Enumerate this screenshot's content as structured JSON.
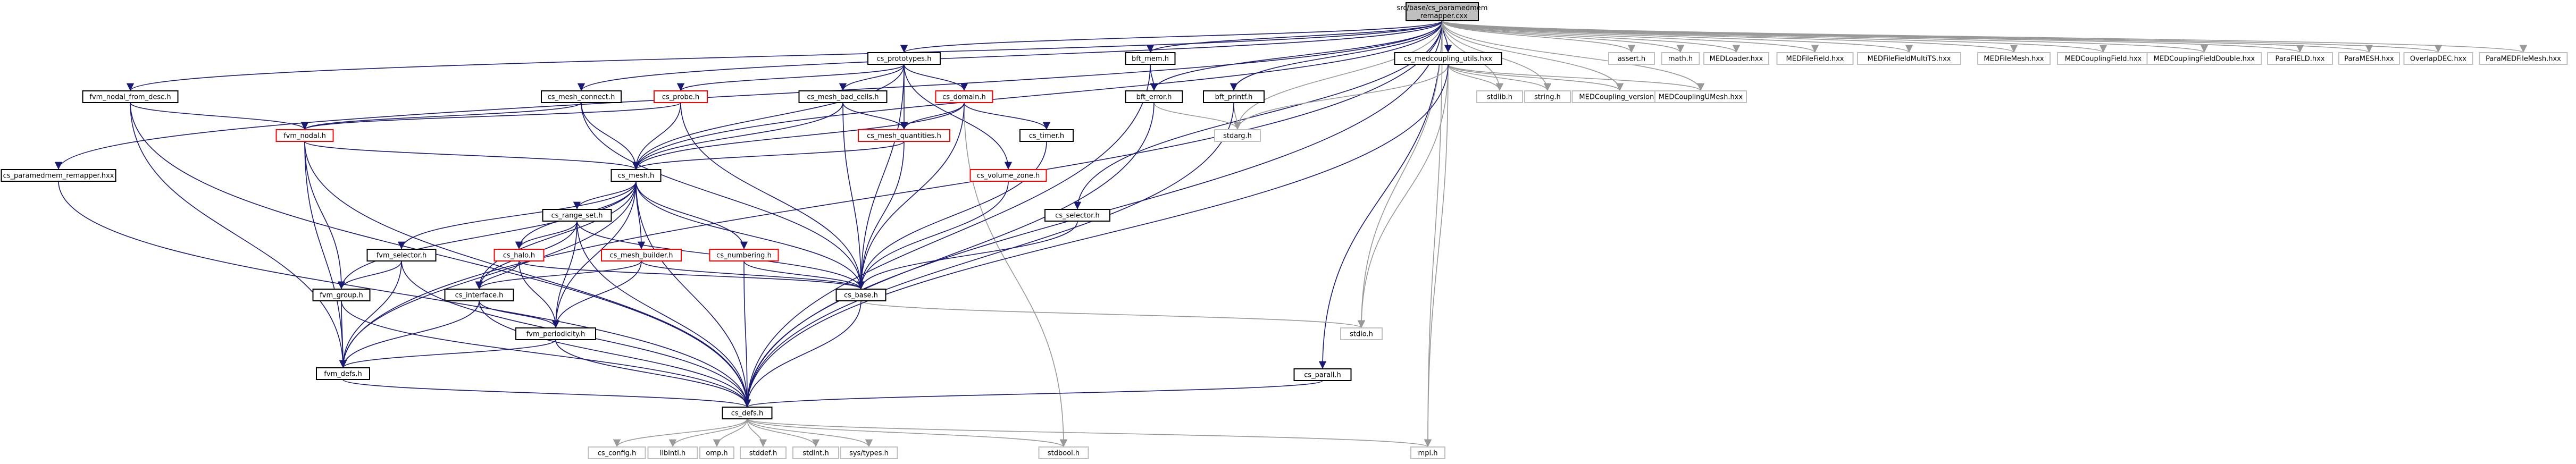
{
  "diagram": {
    "nodes": [
      {
        "id": "root",
        "label": "src/base/cs_paramedmem\n_remapper.cxx",
        "style": "root"
      },
      {
        "id": "paramedmem_hxx",
        "label": "cs_paramedmem_remapper.hxx",
        "style": "normal"
      },
      {
        "id": "fvm_nodal_from_desc",
        "label": "fvm_nodal_from_desc.h",
        "style": "normal"
      },
      {
        "id": "fvm_nodal",
        "label": "fvm_nodal.h",
        "style": "red"
      },
      {
        "id": "cs_mesh_connect",
        "label": "cs_mesh_connect.h",
        "style": "normal"
      },
      {
        "id": "cs_probe",
        "label": "cs_probe.h",
        "style": "red"
      },
      {
        "id": "cs_prototypes",
        "label": "cs_prototypes.h",
        "style": "normal"
      },
      {
        "id": "cs_mesh_bad_cells",
        "label": "cs_mesh_bad_cells.h",
        "style": "normal"
      },
      {
        "id": "cs_domain",
        "label": "cs_domain.h",
        "style": "red"
      },
      {
        "id": "cs_mesh_quantities",
        "label": "cs_mesh_quantities.h",
        "style": "red"
      },
      {
        "id": "cs_timer",
        "label": "cs_timer.h",
        "style": "normal"
      },
      {
        "id": "cs_volume_zone",
        "label": "cs_volume_zone.h",
        "style": "red"
      },
      {
        "id": "cs_mesh",
        "label": "cs_mesh.h",
        "style": "normal"
      },
      {
        "id": "cs_range_set",
        "label": "cs_range_set.h",
        "style": "normal"
      },
      {
        "id": "fvm_selector",
        "label": "fvm_selector.h",
        "style": "normal"
      },
      {
        "id": "cs_halo",
        "label": "cs_halo.h",
        "style": "red"
      },
      {
        "id": "cs_mesh_builder",
        "label": "cs_mesh_builder.h",
        "style": "red"
      },
      {
        "id": "cs_numbering",
        "label": "cs_numbering.h",
        "style": "red"
      },
      {
        "id": "fvm_group",
        "label": "fvm_group.h",
        "style": "normal"
      },
      {
        "id": "cs_interface",
        "label": "cs_interface.h",
        "style": "normal"
      },
      {
        "id": "fvm_periodicity",
        "label": "fvm_periodicity.h",
        "style": "normal"
      },
      {
        "id": "fvm_defs",
        "label": "fvm_defs.h",
        "style": "normal"
      },
      {
        "id": "cs_base",
        "label": "cs_base.h",
        "style": "normal"
      },
      {
        "id": "cs_defs",
        "label": "cs_defs.h",
        "style": "normal"
      },
      {
        "id": "cs_config",
        "label": "cs_config.h",
        "style": "gray"
      },
      {
        "id": "libintl",
        "label": "libintl.h",
        "style": "gray"
      },
      {
        "id": "omp",
        "label": "omp.h",
        "style": "gray"
      },
      {
        "id": "stddef",
        "label": "stddef.h",
        "style": "gray"
      },
      {
        "id": "stdint",
        "label": "stdint.h",
        "style": "gray"
      },
      {
        "id": "sys_types",
        "label": "sys/types.h",
        "style": "gray"
      },
      {
        "id": "stdbool",
        "label": "stdbool.h",
        "style": "gray"
      },
      {
        "id": "mpi",
        "label": "mpi.h",
        "style": "gray"
      },
      {
        "id": "stdio",
        "label": "stdio.h",
        "style": "gray"
      },
      {
        "id": "cs_selector",
        "label": "cs_selector.h",
        "style": "normal"
      },
      {
        "id": "bft_mem",
        "label": "bft_mem.h",
        "style": "normal"
      },
      {
        "id": "bft_error",
        "label": "bft_error.h",
        "style": "normal"
      },
      {
        "id": "bft_printf",
        "label": "bft_printf.h",
        "style": "normal"
      },
      {
        "id": "stdarg",
        "label": "stdarg.h",
        "style": "gray"
      },
      {
        "id": "cs_parall",
        "label": "cs_parall.h",
        "style": "normal"
      },
      {
        "id": "cs_medcoupling_utils",
        "label": "cs_medcoupling_utils.hxx",
        "style": "normal"
      },
      {
        "id": "stdlib",
        "label": "stdlib.h",
        "style": "gray"
      },
      {
        "id": "string",
        "label": "string.h",
        "style": "gray"
      },
      {
        "id": "medcoupling_version",
        "label": "MEDCoupling_version.h",
        "style": "gray"
      },
      {
        "id": "medcouplingumesh",
        "label": "MEDCouplingUMesh.hxx",
        "style": "gray"
      },
      {
        "id": "assert",
        "label": "assert.h",
        "style": "gray"
      },
      {
        "id": "math",
        "label": "math.h",
        "style": "gray"
      },
      {
        "id": "medloader",
        "label": "MEDLoader.hxx",
        "style": "gray"
      },
      {
        "id": "medfilefield",
        "label": "MEDFileField.hxx",
        "style": "gray"
      },
      {
        "id": "medfilefieldmults",
        "label": "MEDFileFieldMultiTS.hxx",
        "style": "gray"
      },
      {
        "id": "medfilemesh",
        "label": "MEDFileMesh.hxx",
        "style": "gray"
      },
      {
        "id": "medcouplingfield",
        "label": "MEDCouplingField.hxx",
        "style": "gray"
      },
      {
        "id": "medcouplingfielddouble",
        "label": "MEDCouplingFieldDouble.hxx",
        "style": "gray"
      },
      {
        "id": "parafield",
        "label": "ParaFIELD.hxx",
        "style": "gray"
      },
      {
        "id": "paramesh",
        "label": "ParaMESH.hxx",
        "style": "gray"
      },
      {
        "id": "overlapdec",
        "label": "OverlapDEC.hxx",
        "style": "gray"
      },
      {
        "id": "paramedfilemesh",
        "label": "ParaMEDFileMesh.hxx",
        "style": "gray"
      }
    ],
    "edges": [
      [
        "root",
        "paramedmem_hxx"
      ],
      [
        "root",
        "fvm_nodal_from_desc"
      ],
      [
        "root",
        "cs_mesh_connect"
      ],
      [
        "root",
        "cs_prototypes"
      ],
      [
        "root",
        "cs_mesh"
      ],
      [
        "root",
        "fvm_defs"
      ],
      [
        "root",
        "cs_defs"
      ],
      [
        "root",
        "cs_selector"
      ],
      [
        "root",
        "bft_mem"
      ],
      [
        "root",
        "bft_error"
      ],
      [
        "root",
        "bft_printf"
      ],
      [
        "root",
        "cs_parall"
      ],
      [
        "root",
        "cs_medcoupling_utils"
      ],
      [
        "root",
        "stdarg"
      ],
      [
        "root",
        "stdio"
      ],
      [
        "root",
        "mpi"
      ],
      [
        "root",
        "stdlib"
      ],
      [
        "root",
        "string"
      ],
      [
        "root",
        "medcoupling_version"
      ],
      [
        "root",
        "medcouplingumesh"
      ],
      [
        "root",
        "assert"
      ],
      [
        "root",
        "math"
      ],
      [
        "root",
        "medloader"
      ],
      [
        "root",
        "medfilefield"
      ],
      [
        "root",
        "medfilefieldmults"
      ],
      [
        "root",
        "medfilemesh"
      ],
      [
        "root",
        "medcouplingfield"
      ],
      [
        "root",
        "medcouplingfielddouble"
      ],
      [
        "root",
        "parafield"
      ],
      [
        "root",
        "paramesh"
      ],
      [
        "root",
        "overlapdec"
      ],
      [
        "root",
        "paramedfilemesh"
      ],
      [
        "paramedmem_hxx",
        "cs_defs"
      ],
      [
        "fvm_nodal_from_desc",
        "fvm_nodal"
      ],
      [
        "fvm_nodal_from_desc",
        "fvm_defs"
      ],
      [
        "fvm_nodal_from_desc",
        "cs_defs"
      ],
      [
        "cs_mesh_connect",
        "fvm_nodal"
      ],
      [
        "cs_mesh_connect",
        "cs_mesh"
      ],
      [
        "cs_mesh_connect",
        "cs_base"
      ],
      [
        "cs_prototypes",
        "cs_probe"
      ],
      [
        "cs_prototypes",
        "cs_mesh_bad_cells"
      ],
      [
        "cs_prototypes",
        "cs_domain"
      ],
      [
        "cs_prototypes",
        "cs_mesh_quantities"
      ],
      [
        "cs_prototypes",
        "cs_mesh"
      ],
      [
        "cs_prototypes",
        "cs_base"
      ],
      [
        "cs_prototypes",
        "cs_volume_zone"
      ],
      [
        "cs_probe",
        "fvm_nodal"
      ],
      [
        "cs_probe",
        "cs_mesh"
      ],
      [
        "cs_probe",
        "cs_base"
      ],
      [
        "cs_mesh_bad_cells",
        "cs_mesh_quantities"
      ],
      [
        "cs_mesh_bad_cells",
        "cs_mesh"
      ],
      [
        "cs_mesh_bad_cells",
        "cs_base"
      ],
      [
        "cs_domain",
        "cs_mesh_quantities"
      ],
      [
        "cs_domain",
        "cs_timer"
      ],
      [
        "cs_domain",
        "cs_mesh"
      ],
      [
        "cs_domain",
        "stdbool"
      ],
      [
        "cs_domain",
        "cs_base"
      ],
      [
        "cs_mesh_quantities",
        "cs_mesh"
      ],
      [
        "cs_mesh_quantities",
        "cs_base"
      ],
      [
        "cs_timer",
        "cs_base"
      ],
      [
        "cs_volume_zone",
        "cs_base"
      ],
      [
        "fvm_nodal",
        "cs_mesh"
      ],
      [
        "fvm_nodal",
        "fvm_group"
      ],
      [
        "fvm_nodal",
        "fvm_defs"
      ],
      [
        "fvm_nodal",
        "cs_defs"
      ],
      [
        "cs_mesh",
        "cs_range_set"
      ],
      [
        "cs_mesh",
        "fvm_selector"
      ],
      [
        "cs_mesh",
        "cs_halo"
      ],
      [
        "cs_mesh",
        "cs_mesh_builder"
      ],
      [
        "cs_mesh",
        "cs_numbering"
      ],
      [
        "cs_mesh",
        "fvm_group"
      ],
      [
        "cs_mesh",
        "cs_interface"
      ],
      [
        "cs_mesh",
        "fvm_periodicity"
      ],
      [
        "cs_mesh",
        "cs_base"
      ],
      [
        "cs_mesh",
        "fvm_defs"
      ],
      [
        "cs_mesh",
        "cs_defs"
      ],
      [
        "cs_range_set",
        "cs_halo"
      ],
      [
        "cs_range_set",
        "cs_interface"
      ],
      [
        "cs_range_set",
        "cs_base"
      ],
      [
        "cs_range_set",
        "fvm_periodicity"
      ],
      [
        "cs_range_set",
        "cs_defs"
      ],
      [
        "fvm_selector",
        "fvm_group"
      ],
      [
        "fvm_selector",
        "fvm_defs"
      ],
      [
        "fvm_selector",
        "cs_defs"
      ],
      [
        "cs_halo",
        "cs_interface"
      ],
      [
        "cs_halo",
        "fvm_periodicity"
      ],
      [
        "cs_halo",
        "cs_base"
      ],
      [
        "cs_mesh_builder",
        "cs_interface"
      ],
      [
        "cs_mesh_builder",
        "fvm_periodicity"
      ],
      [
        "cs_mesh_builder",
        "cs_base"
      ],
      [
        "cs_numbering",
        "cs_base"
      ],
      [
        "cs_numbering",
        "cs_defs"
      ],
      [
        "fvm_group",
        "fvm_defs"
      ],
      [
        "fvm_group",
        "cs_defs"
      ],
      [
        "cs_interface",
        "fvm_defs"
      ],
      [
        "cs_interface",
        "fvm_periodicity"
      ],
      [
        "cs_interface",
        "cs_defs"
      ],
      [
        "fvm_periodicity",
        "fvm_defs"
      ],
      [
        "fvm_periodicity",
        "cs_defs"
      ],
      [
        "fvm_defs",
        "cs_defs"
      ],
      [
        "cs_base",
        "cs_defs"
      ],
      [
        "cs_base",
        "stdio"
      ],
      [
        "cs_defs",
        "cs_config"
      ],
      [
        "cs_defs",
        "libintl"
      ],
      [
        "cs_defs",
        "omp"
      ],
      [
        "cs_defs",
        "stddef"
      ],
      [
        "cs_defs",
        "stdint"
      ],
      [
        "cs_defs",
        "sys_types"
      ],
      [
        "cs_defs",
        "stdbool"
      ],
      [
        "cs_defs",
        "mpi"
      ],
      [
        "cs_selector",
        "cs_base"
      ],
      [
        "bft_mem",
        "bft_error"
      ],
      [
        "bft_mem",
        "cs_defs"
      ],
      [
        "bft_error",
        "stdarg"
      ],
      [
        "bft_error",
        "cs_defs"
      ],
      [
        "bft_printf",
        "stdarg"
      ],
      [
        "bft_printf",
        "cs_defs"
      ],
      [
        "cs_parall",
        "cs_defs"
      ],
      [
        "cs_medcoupling_utils",
        "stdarg"
      ],
      [
        "cs_medcoupling_utils",
        "stdio"
      ],
      [
        "cs_medcoupling_utils",
        "stdlib"
      ],
      [
        "cs_medcoupling_utils",
        "string"
      ],
      [
        "cs_medcoupling_utils",
        "medcoupling_version"
      ],
      [
        "cs_medcoupling_utils",
        "medcouplingumesh"
      ],
      [
        "cs_medcoupling_utils",
        "mpi"
      ],
      [
        "cs_medcoupling_utils",
        "cs_defs"
      ]
    ]
  },
  "colors": {
    "root_fill": "#bfbfbf",
    "node_fill": "#ffffff",
    "node_border": "#000000",
    "red_border": "#ff0000",
    "gray_border": "#bfbfbf",
    "edge": "#191970",
    "gray_edge": "#999999"
  }
}
